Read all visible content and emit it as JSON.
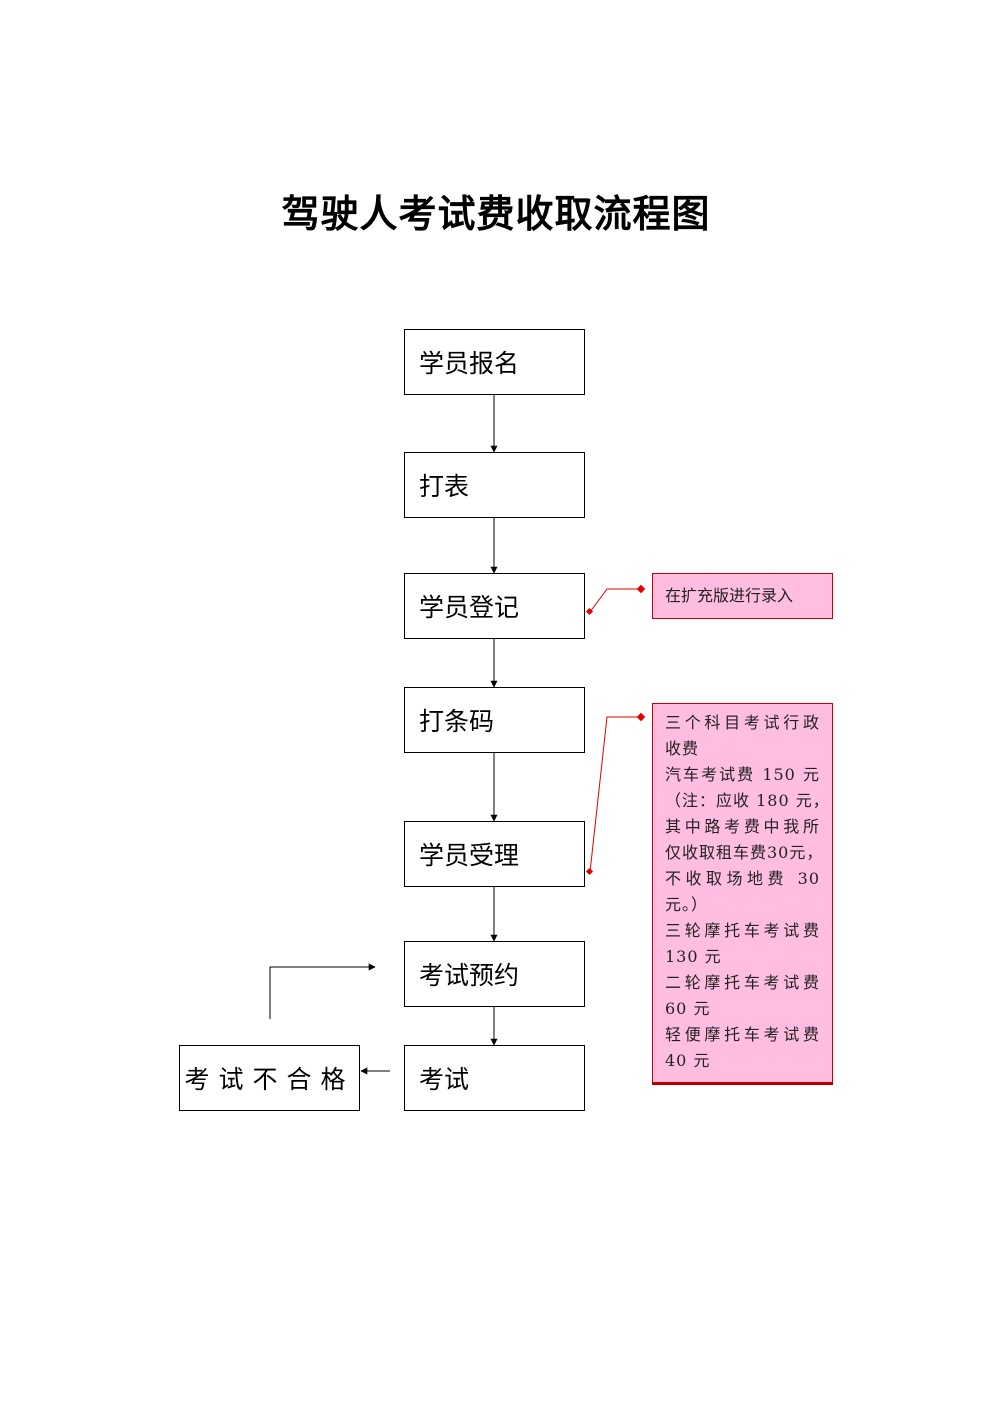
{
  "title": "驾驶人考试费收取流程图",
  "nodes": {
    "signup": "学员报名",
    "print_form": "打表",
    "register": "学员登记",
    "barcode": "打条码",
    "accept": "学员受理",
    "appointment": "考试预约",
    "exam": "考试",
    "fail": "考试不合格"
  },
  "notes": {
    "entry": "在扩充版进行录入",
    "fees": [
      "三个科目考试行政",
      "收费",
      "汽车考试费 150 元",
      "（注：应收 180 元，",
      "其中路考费中我所",
      "仅收取租车费30元，",
      "不收取场地费 30",
      "元。）",
      "三轮摩托车考试费",
      "130 元",
      "二轮摩托车考试费",
      "60 元",
      "轻便摩托车考试费",
      "40 元"
    ]
  },
  "colors": {
    "note_fill": "#ffbde1",
    "note_border": "#cc0000",
    "connector_red": "#e00000"
  }
}
